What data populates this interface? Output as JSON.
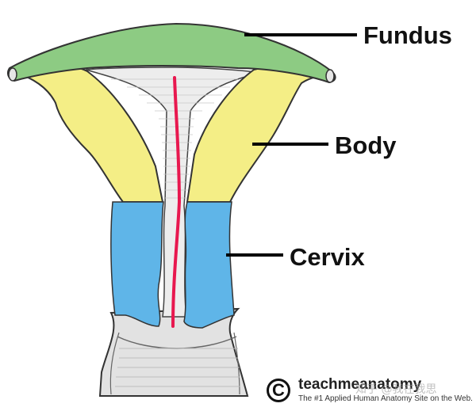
{
  "labels": {
    "fundus": "Fundus",
    "body": "Body",
    "cervix": "Cervix"
  },
  "brand": {
    "symbol": "C",
    "name": "teachmeanatomy",
    "tagline": "The #1 Applied Human Anatomy Site on the Web."
  },
  "watermark": "知乎 @我在我思",
  "colors": {
    "fundus": "#8dcb83",
    "body": "#f4ee86",
    "cervix": "#5fb5e8",
    "canal": "#e8184f",
    "cavity": "#eeeeee",
    "vagina": "#e4e4e4"
  },
  "icons": {
    "copyright": "copyright-icon"
  }
}
